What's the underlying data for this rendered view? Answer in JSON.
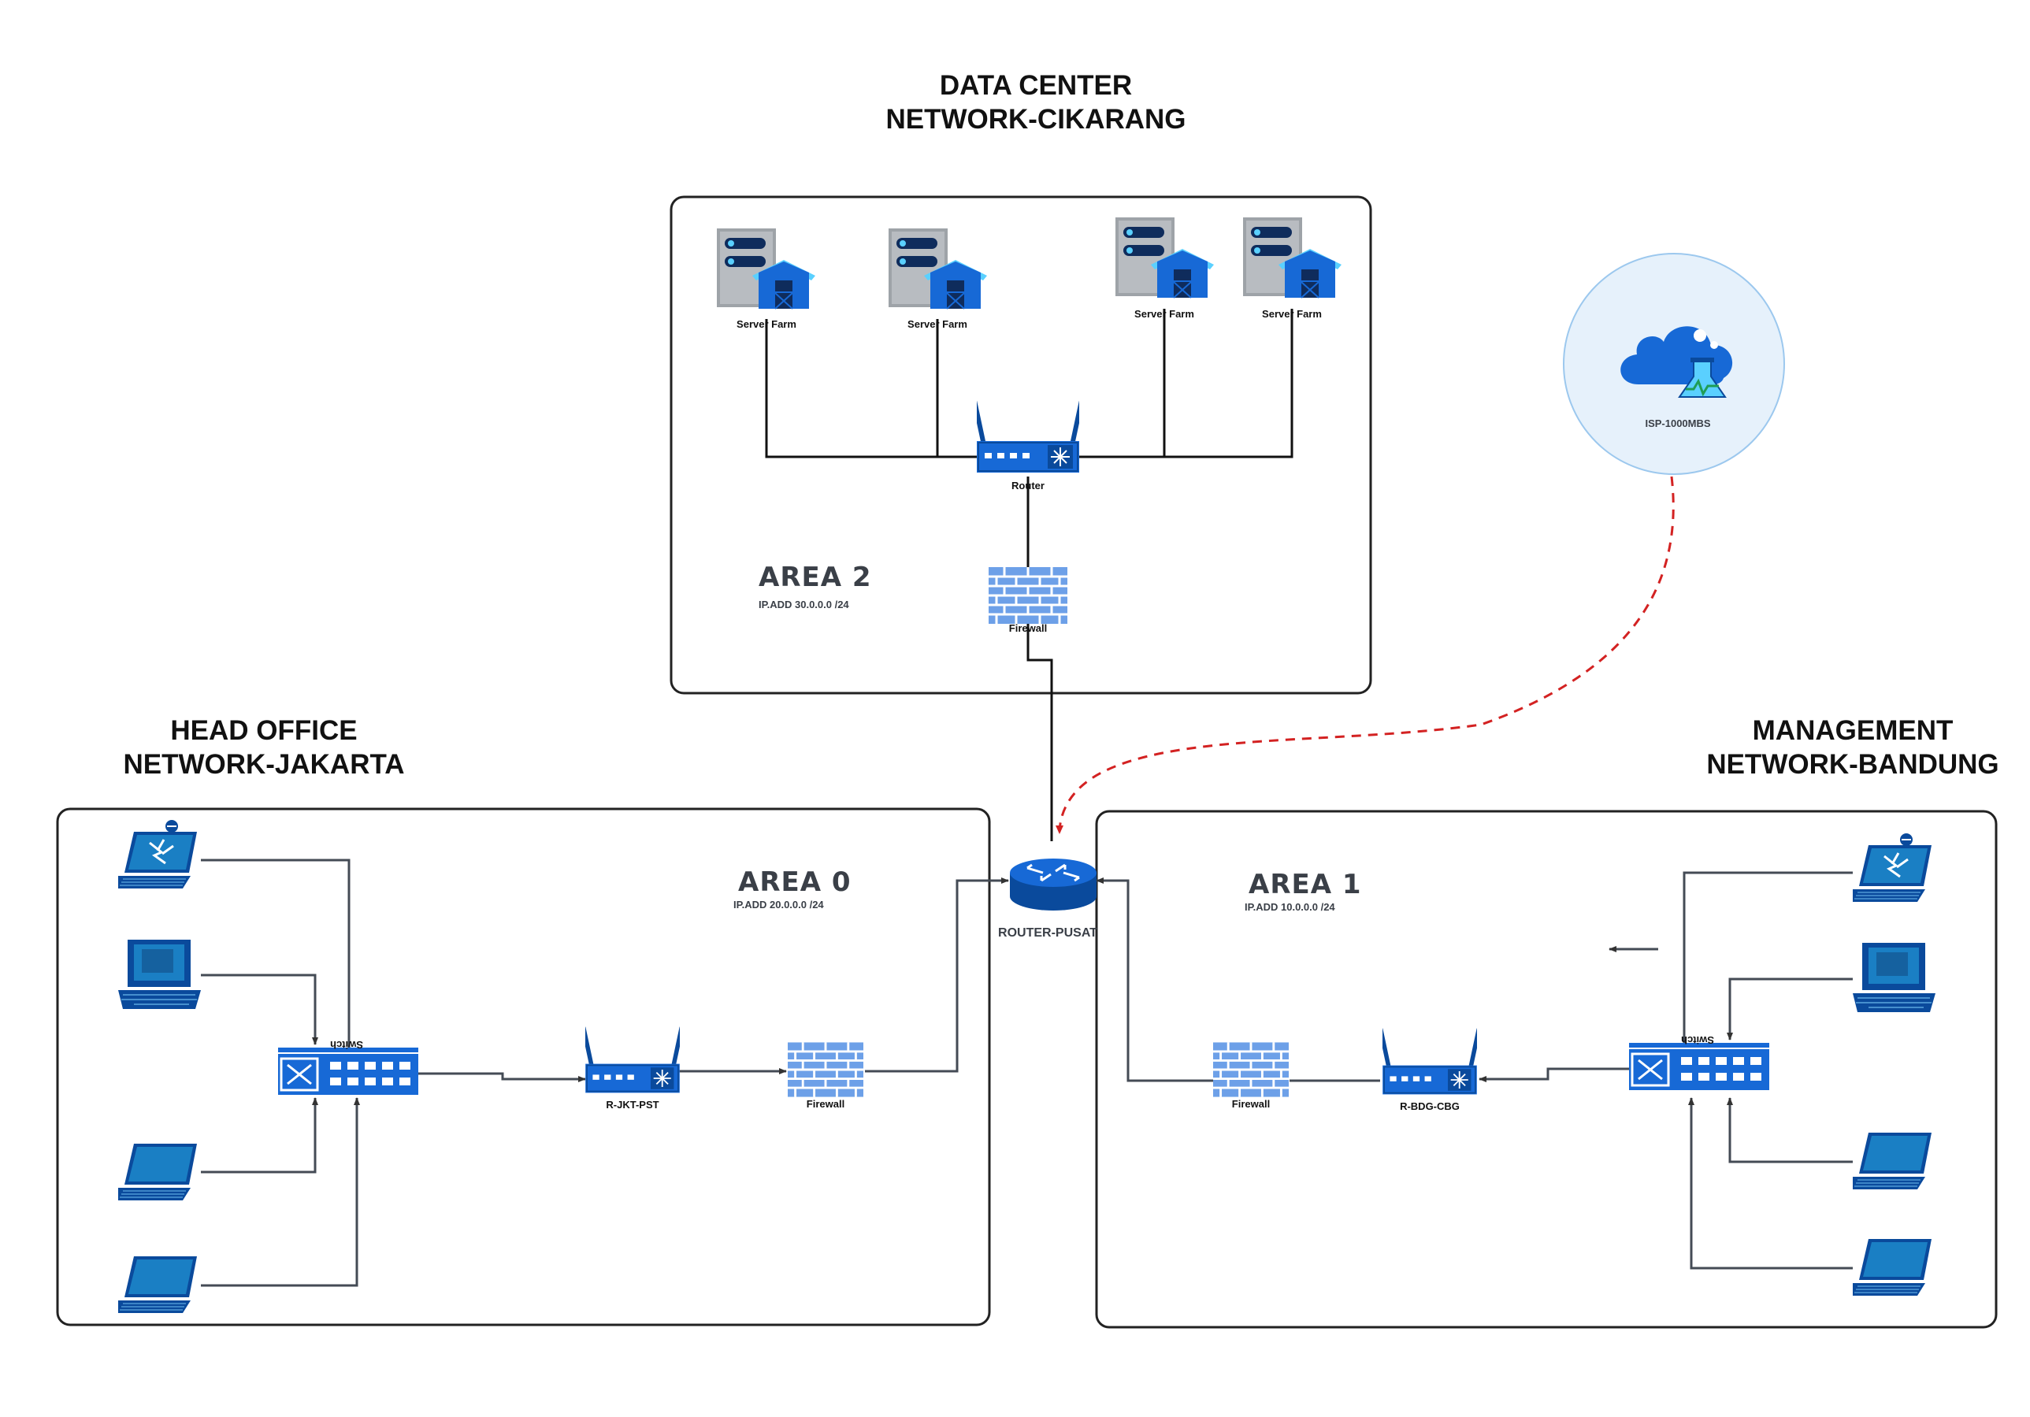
{
  "sites": {
    "datacenter": {
      "title_line1": "DATA CENTER",
      "title_line2": "NETWORK-CIKARANG",
      "area_label": "AREA  2",
      "ip_label": "IP.ADD  30.0.0.0 /24",
      "servers": [
        "Server Farm",
        "Server Farm",
        "Server Farm",
        "Server Farm"
      ],
      "router_label": "Router",
      "firewall_label": "Firewall"
    },
    "jakarta": {
      "title_line1": "HEAD OFFICE",
      "title_line2": "NETWORK-JAKARTA",
      "area_label": "AREA  0",
      "ip_label": "IP.ADD  20.0.0.0 /24",
      "switch_label": "Switch",
      "router_label": "R-JKT-PST",
      "firewall_label": "Firewall"
    },
    "bandung": {
      "title_line1": "MANAGEMENT",
      "title_line2": "NETWORK-BANDUNG",
      "area_label": "AREA  1",
      "ip_label": "IP.ADD  10.0.0.0 /24",
      "switch_label": "Switch",
      "router_label": "R-BDG-CBG",
      "firewall_label": "Firewall"
    }
  },
  "core": {
    "label": "ROUTER-PUSAT"
  },
  "isp": {
    "label": "ISP-1000MBS"
  },
  "colors": {
    "device_blue": "#1769d6",
    "device_dark": "#0a4a9c",
    "firewall": "#6da0e8",
    "isp_link": "#d32222",
    "isp_circle": "#e6f1fb"
  },
  "icons": [
    "server-farm-icon",
    "router-icon",
    "firewall-icon",
    "switch-icon",
    "laptop-icon",
    "desktop-icon",
    "cloud-lab-icon",
    "core-router-icon"
  ]
}
